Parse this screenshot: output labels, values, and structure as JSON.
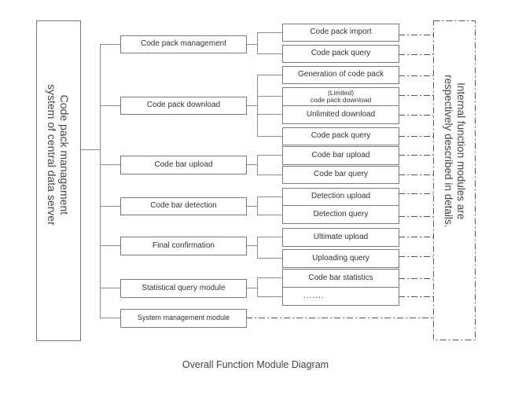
{
  "diagram": {
    "root": {
      "label_line1": "Code pack management",
      "label_line2": "system of central data server"
    },
    "modules": [
      {
        "label": "Code pack management",
        "children": [
          {
            "label": "Code pack import"
          },
          {
            "label": "Code pack query"
          }
        ]
      },
      {
        "label": "Code pack download",
        "children": [
          {
            "label": "Generation of code pack"
          },
          {
            "label_line1": "(Limited)",
            "label_line2": "code pack download"
          },
          {
            "label": "Unlimited download"
          },
          {
            "label": "Code pack query"
          }
        ]
      },
      {
        "label": "Code bar upload",
        "children": [
          {
            "label": "Code bar upload"
          },
          {
            "label": "Code bar query"
          }
        ]
      },
      {
        "label": "Code bar detection",
        "children": [
          {
            "label": "Detection upload"
          },
          {
            "label": "Detection query"
          }
        ]
      },
      {
        "label": "Final confirmation",
        "children": [
          {
            "label": "Ultimate upload"
          },
          {
            "label": "Uploading query"
          }
        ]
      },
      {
        "label": "Statistical query module",
        "children": [
          {
            "label": "Code bar statistics"
          },
          {
            "label": "......."
          }
        ]
      },
      {
        "label": "System management module",
        "children": []
      }
    ],
    "note": {
      "line1": "Internal function modules are",
      "line2": "respectively described in details."
    },
    "caption": "Overall Function Module Diagram"
  }
}
